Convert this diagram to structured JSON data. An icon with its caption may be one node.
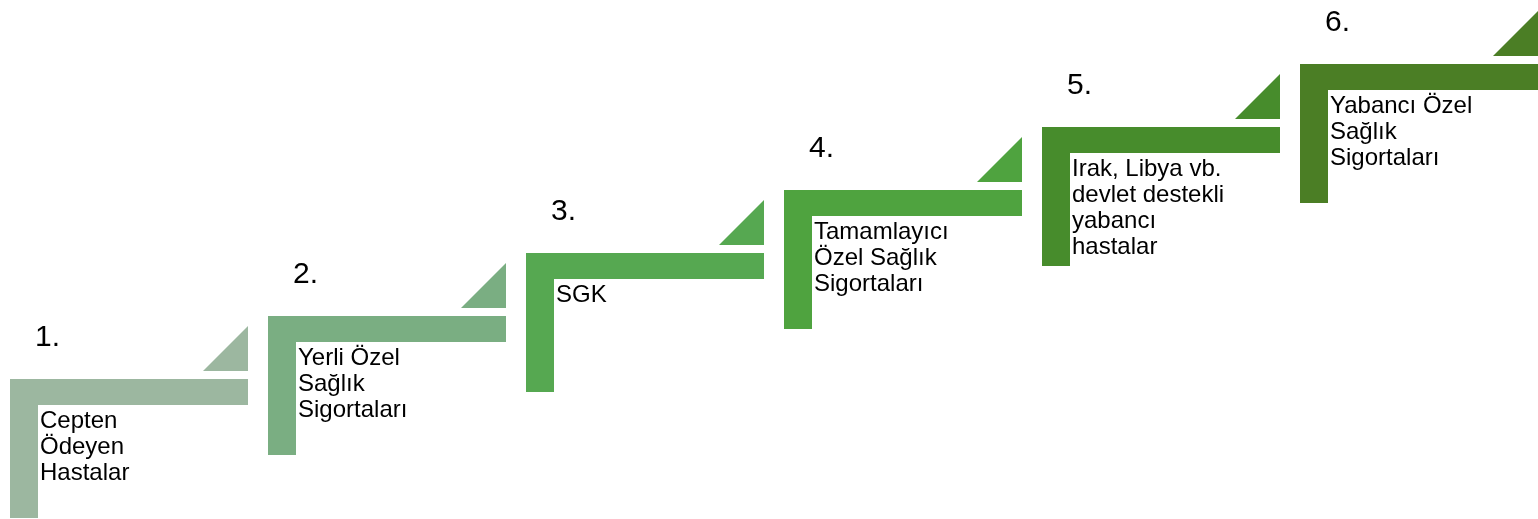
{
  "diagram": {
    "nodes": [
      {
        "text": [
          "Cepten Ödeyen Hastalar"
        ],
        "beside": [
          "1."
        ]
      },
      {
        "text": [
          "Yerli Özel Sağlık Sigortaları"
        ],
        "beside": [
          "2."
        ]
      },
      {
        "text": [
          "SGK"
        ],
        "beside": [
          "3."
        ]
      },
      {
        "text": [
          "Tamamlayıcı Özel Sağlık Sigortaları"
        ],
        "beside": [
          "4."
        ]
      },
      {
        "text": [
          "Irak, Libya vb. devlet destekli yabancı hastalar"
        ],
        "beside": [
          "5."
        ]
      },
      {
        "text": [
          "Yabancı Özel Sağlık Sigortaları"
        ],
        "beside": [
          "6."
        ]
      }
    ]
  }
}
